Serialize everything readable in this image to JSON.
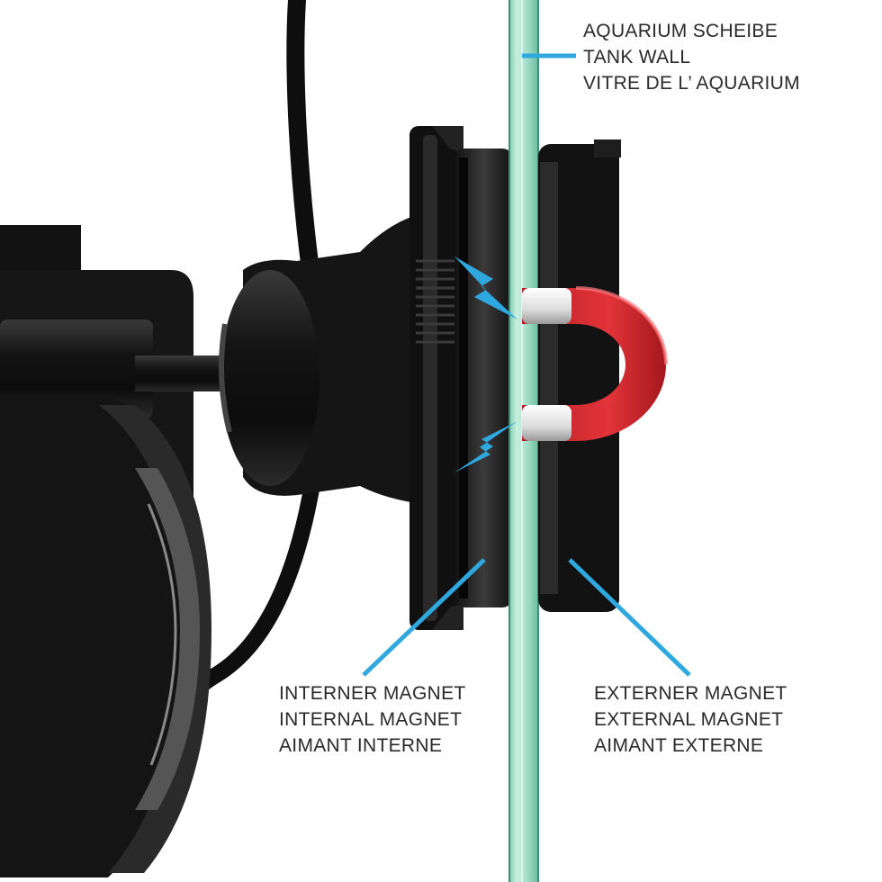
{
  "labels": {
    "tank_wall": [
      "AQUARIUM SCHEIBE",
      "TANK WALL",
      "VITRE DE L’ AQUARIUM"
    ],
    "internal_magnet": [
      "INTERNER MAGNET",
      "INTERNAL MAGNET",
      "AIMANT INTERNE"
    ],
    "external_magnet": [
      "EXTERNER MAGNET",
      "EXTERNAL MAGNET",
      "AIMANT EXTERNE"
    ]
  },
  "colors": {
    "background": "#ffffff",
    "pump_body": "#1a1a1a",
    "glass": "#9fdcc6",
    "glass_edge": "#3c8f73",
    "leader_line": "#2fa8e0",
    "magnet_red": "#d8262d",
    "magnet_pole": "#e8e8e8",
    "text": "#2a2a2a"
  },
  "icons": {
    "magnet": "horseshoe-magnet-icon",
    "attraction": "lightning-bolt-icon"
  }
}
